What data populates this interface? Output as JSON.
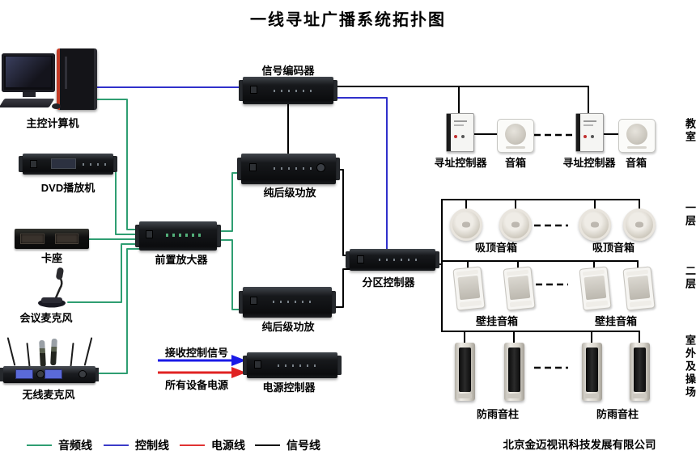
{
  "title": "一线寻址广播系统拓扑图",
  "company": "北京金迈视讯科技发展有限公司",
  "sources": {
    "computer": "主控计算机",
    "dvd": "DVD播放机",
    "tape_deck": "卡座",
    "conference_mic": "会议麦克风",
    "wireless_mic": "无线麦克风"
  },
  "core": {
    "encoder": "信号编码器",
    "amp_top": "纯后级功放",
    "preamp": "前置放大器",
    "amp_bottom": "纯后级功放",
    "zone_controller": "分区控制器",
    "power_controller": "电源控制器"
  },
  "classroom": {
    "zone_label": "教室",
    "addr_controller": "寻址控制器",
    "speaker": "音箱"
  },
  "floor1": {
    "zone_label": "一层",
    "speaker": "吸顶音箱"
  },
  "floor2": {
    "zone_label": "二层",
    "speaker": "壁挂音箱"
  },
  "outdoor": {
    "zone_label": "室外及操场",
    "speaker": "防雨音柱"
  },
  "annotations": {
    "control_signal": "接收控制信号",
    "power_supply": "所有设备电源"
  },
  "legend": {
    "audio": {
      "label": "音频线",
      "color": "#2f9e72"
    },
    "control": {
      "label": "控制线",
      "color": "#3b3bc8"
    },
    "power": {
      "label": "电源线",
      "color": "#e03333"
    },
    "signal": {
      "label": "信号线",
      "color": "#000000"
    }
  }
}
